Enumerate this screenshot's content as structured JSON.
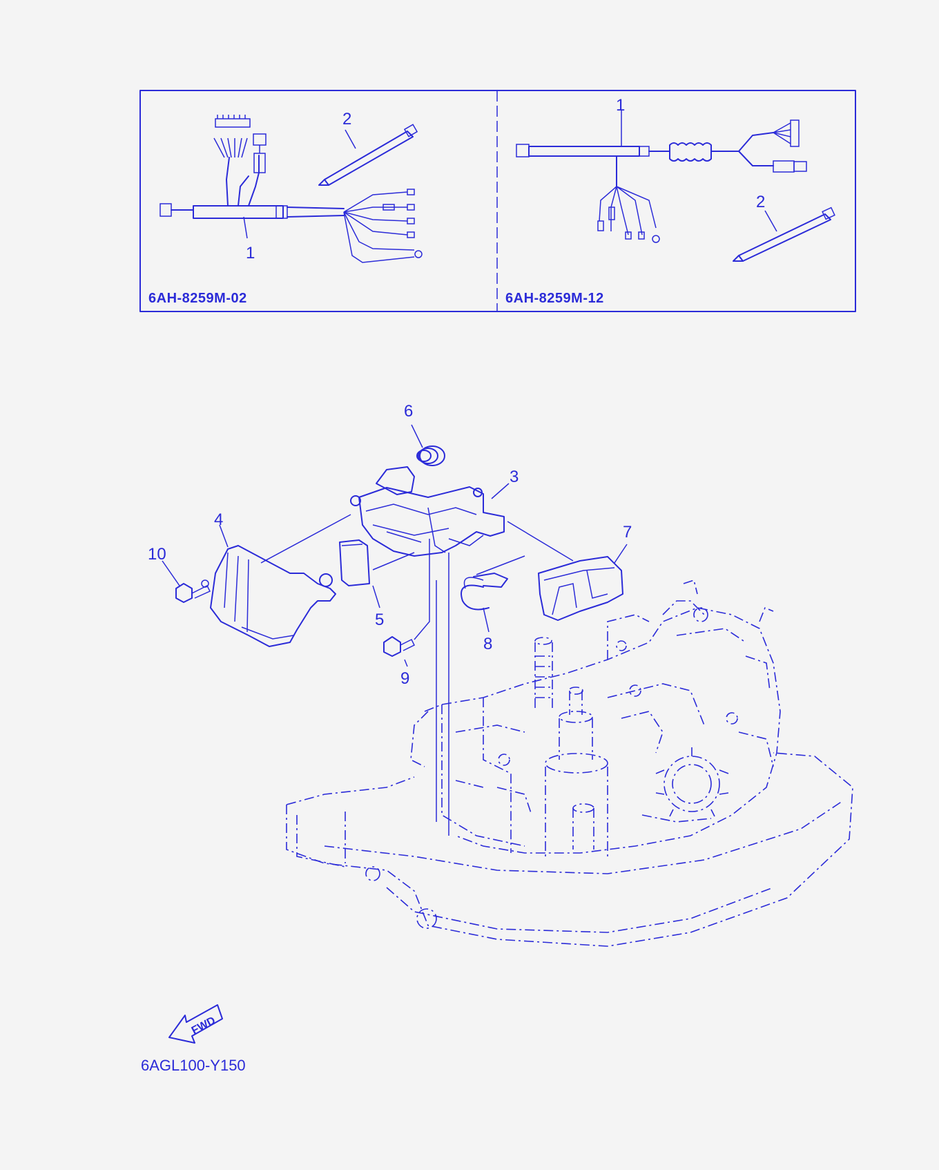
{
  "inset": {
    "left_panel": {
      "code": "6AH-8259M-02",
      "callouts": [
        "1",
        "2"
      ]
    },
    "right_panel": {
      "code": "6AH-8259M-12",
      "callouts": [
        "1",
        "2"
      ]
    }
  },
  "main": {
    "callouts": [
      "3",
      "4",
      "5",
      "6",
      "7",
      "8",
      "9",
      "10"
    ],
    "fwd_label": "FWD",
    "figure_code": "6AGL100-Y150"
  },
  "colors": {
    "line": "#2b2bd8",
    "background": "#f4f4f4"
  }
}
